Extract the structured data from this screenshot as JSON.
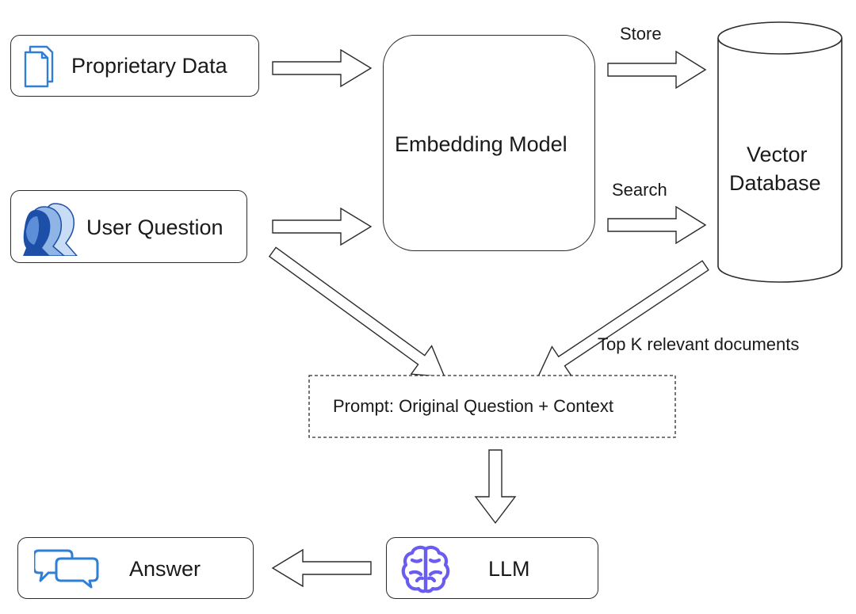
{
  "nodes": {
    "proprietary_data": {
      "label": "Proprietary Data",
      "icon": "documents-icon"
    },
    "user_question": {
      "label": "User Question",
      "icon": "users-icon"
    },
    "embedding_model": {
      "label": "Embedding Model"
    },
    "vector_database": {
      "label_line1": "Vector",
      "label_line2": "Database"
    },
    "prompt": {
      "label": "Prompt: Original Question + Context"
    },
    "llm": {
      "label": "LLM",
      "icon": "brain-icon"
    },
    "answer": {
      "label": "Answer",
      "icon": "chat-bubbles-icon"
    }
  },
  "edges": {
    "store": "Store",
    "search": "Search",
    "top_k": "Top K relevant documents"
  },
  "colors": {
    "outline": "#2b2b2b",
    "doc_icon": "#2f7fd6",
    "chat_icon": "#2f7fd6",
    "brain_icon": "#6a5cf0",
    "users_icon_dark": "#1e4fa8",
    "users_icon_light": "#c9dcf5"
  }
}
